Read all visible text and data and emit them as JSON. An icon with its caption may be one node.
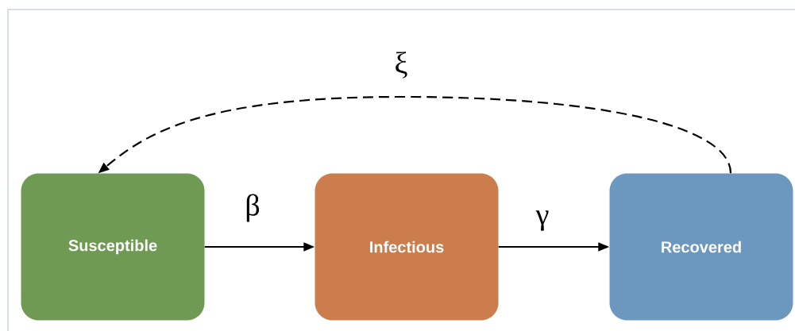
{
  "diagram": {
    "nodes": [
      {
        "text": [
          "Susceptible"
        ]
      },
      {
        "text": [
          "Infectious"
        ]
      },
      {
        "text": [
          "Recovered"
        ]
      }
    ],
    "edges": [
      {
        "from": 0,
        "to": 1,
        "arrow": "to",
        "label": "β"
      },
      {
        "from": 1,
        "to": 2,
        "arrow": "to",
        "label": "γ"
      },
      {
        "from": 2,
        "to": 0,
        "arrow": "to",
        "label": "ξ",
        "style": "dashed"
      }
    ]
  }
}
